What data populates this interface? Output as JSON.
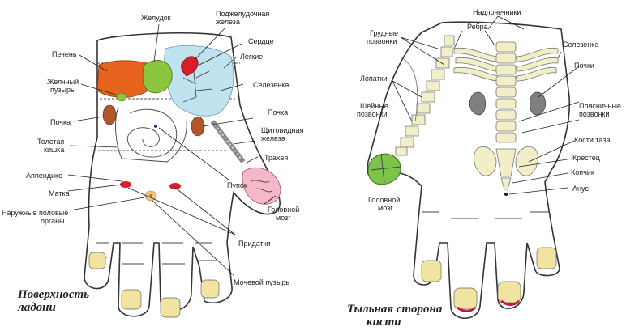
{
  "palm": {
    "title_line1": "Поверхность",
    "title_line2": "ладони",
    "labels": {
      "stomach": "Желудок",
      "pancreas_line1": "Поджелудочная",
      "pancreas_line2": "железа",
      "heart": "Сердце",
      "lungs": "Легкие",
      "liver": "Печень",
      "spleen": "Селезенка",
      "gallbladder_line1": "Желчный",
      "gallbladder_line2": "пузырь",
      "kidney_left": "Почка",
      "kidney_right": "Почка",
      "thyroid_line1": "Щитовидная",
      "thyroid_line2": "железа",
      "colon_line1": "Толстая",
      "colon_line2": "кишка",
      "trachea": "Трахея",
      "appendix": "Аппендикс",
      "uterus": "Матка",
      "navel": "Пупок",
      "brain_line1": "Головной",
      "brain_line2": "мозг",
      "genitals_line1": "Наружные половые",
      "genitals_line2": "органы",
      "appendages": "Придатки",
      "bladder": "Мочевой пузырь"
    }
  },
  "back": {
    "title_line1": "Тыльная сторона",
    "title_line2": "кисти",
    "labels": {
      "adrenals": "Надпочечники",
      "ribs": "Ребра",
      "thoracic_line1": "Грудные",
      "thoracic_line2": "позвонки",
      "spleen": "Селезенка",
      "kidneys": "Почки",
      "scapula": "Лопатки",
      "cervical_line1": "Шейные",
      "cervical_line2": "позвонки",
      "lumbar_line1": "Поясничные",
      "lumbar_line2": "позвонки",
      "pelvis": "Кости таза",
      "sacrum": "Крестец",
      "coccyx": "Копчик",
      "brain_line1": "Головной",
      "brain_line2": "мозг",
      "anus": "Анус"
    }
  },
  "colors": {
    "liver": "#e8641e",
    "stomach": "#8cc63e",
    "heart": "#d81e2a",
    "lungs": "#bfe3ef",
    "kidney": "#b2552a",
    "organ_red": "#d81e2a",
    "genitals": "#f3c48a",
    "brain_palm": "#f4b8c8",
    "brain_back": "#7cc34a",
    "bone": "#f2efc8",
    "nail": "#f1e3a0",
    "nail_polish": "#c0184a",
    "back_kidney": "#7f7f7f"
  }
}
